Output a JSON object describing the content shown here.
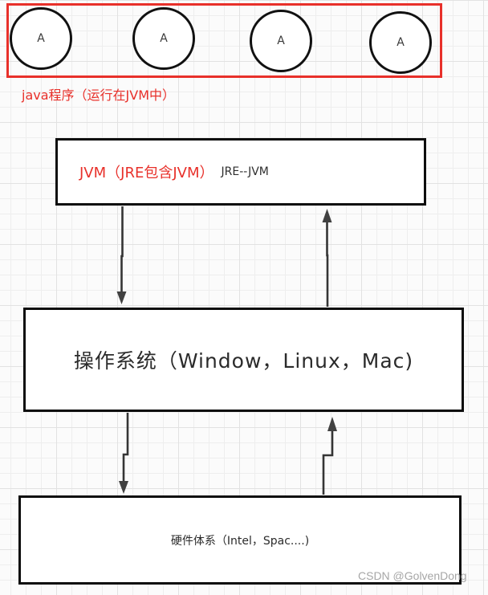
{
  "colors": {
    "red_accent": "#e8302a",
    "box_border": "#0d0d0d",
    "arrow": "#3a3a3a",
    "watermark_gray": "#a6a6a6"
  },
  "java_area": {
    "caption": "java程序（运行在JVM中）",
    "circles": [
      "A",
      "A",
      "A",
      "A"
    ]
  },
  "jvm_box": {
    "title_red": "JVM（JRE包含JVM）",
    "title_black": "JRE--JVM"
  },
  "os_box": {
    "label": "操作系统（Window，Linux，Mac)"
  },
  "hw_box": {
    "label": "硬件体系（Intel，Spac....)"
  },
  "watermark": "CSDN @GolvenDong"
}
